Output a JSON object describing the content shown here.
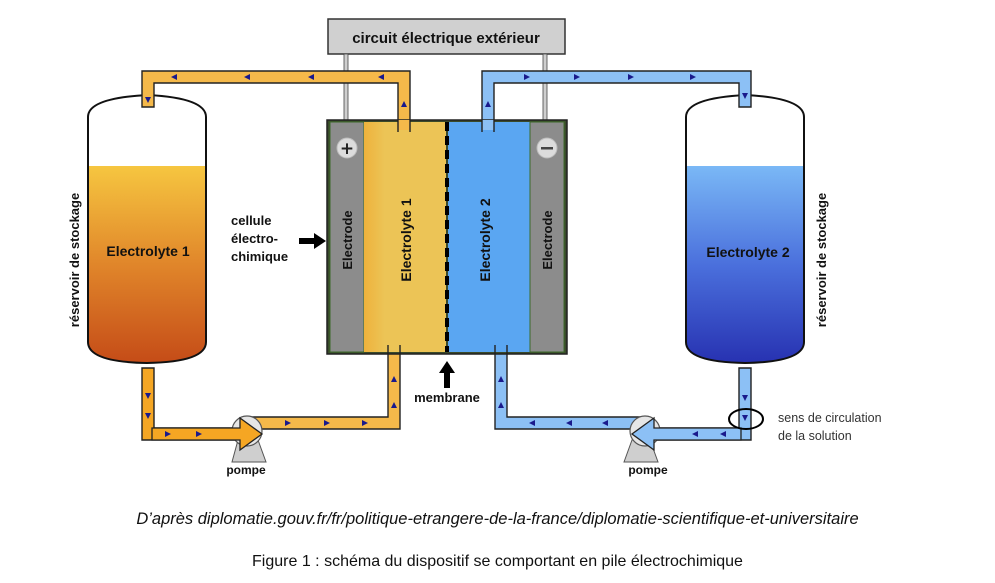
{
  "diagram": {
    "circuit_label": "circuit électrique extérieur",
    "left_tank": {
      "side_label": "réservoir de stockage",
      "content_label": "Electrolyte 1"
    },
    "right_tank": {
      "side_label": "réservoir de stockage",
      "content_label": "Electrolyte 2"
    },
    "cell": {
      "annotation": [
        "cellule",
        "électro-",
        "chimique"
      ],
      "left_electrode": {
        "label": "Electrode",
        "sign": "+"
      },
      "right_electrode": {
        "label": "Electrode",
        "sign": "−"
      },
      "left_compartment": "Electrolyte 1",
      "right_compartment": "Electrolyte 2",
      "membrane_label": "membrane"
    },
    "pump_left_label": "pompe",
    "pump_right_label": "pompe",
    "flow_annotation": [
      "sens de circulation",
      "de la solution"
    ],
    "colors": {
      "electrolyte1_pipe": "#f5b94a",
      "electrolyte1_cell": "#ecc456",
      "electrolyte1_tank_top": "#f4c23e",
      "electrolyte1_tank_bottom": "#c9511a",
      "electrolyte2_pipe": "#8cc0f5",
      "electrolyte2_cell": "#5aa6f2",
      "electrolyte2_tank_top": "#7ab6f4",
      "electrolyte2_tank_bottom": "#2a33b5",
      "electrode": "#8c8c8c",
      "flow_arrow": "#1a1a8c"
    }
  },
  "captions": {
    "source": "D’après diplomatie.gouv.fr/fr/politique-etrangere-de-la-france/diplomatie-scientifique-et-universitaire",
    "figure": "Figure 1 : schéma du dispositif se comportant en pile électrochimique"
  }
}
